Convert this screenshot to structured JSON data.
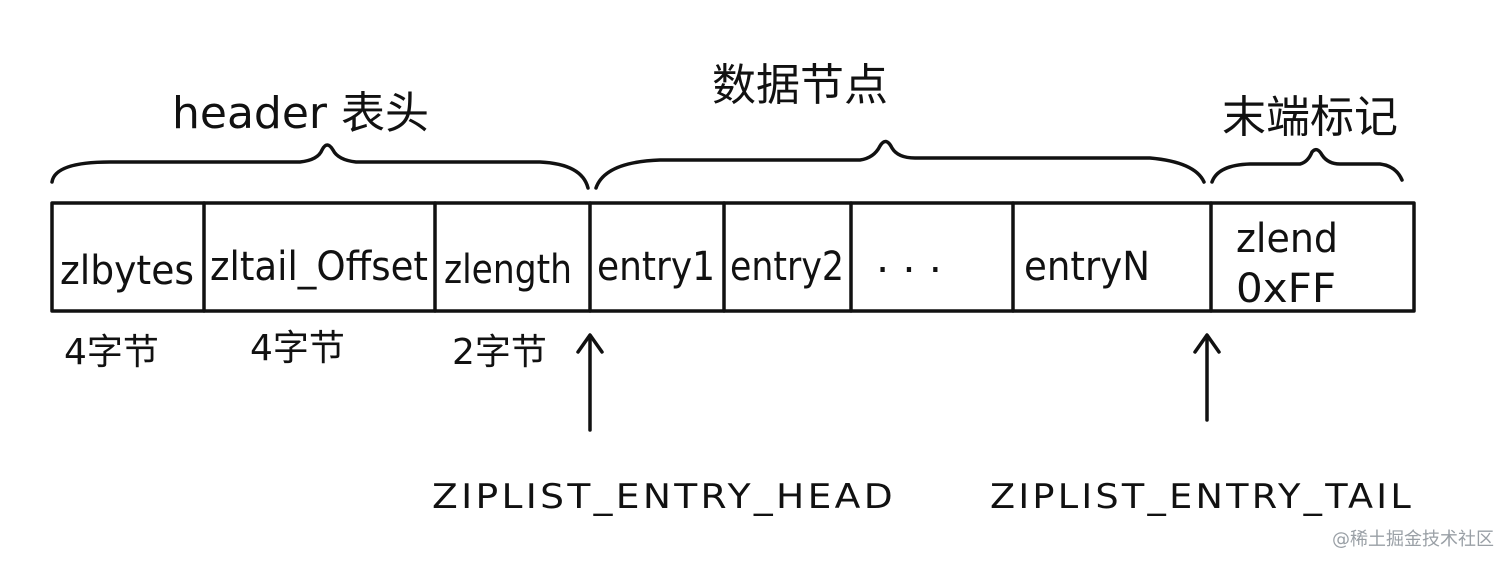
{
  "groups": {
    "header": "header 表头",
    "entries": "数据节点",
    "end": "末端标记"
  },
  "cells": [
    "zlbytes",
    "zltail_Offset",
    "zlength",
    "entry1",
    "entry2",
    ". . .",
    "entryN",
    "zlend",
    "0xFF"
  ],
  "sizes": {
    "zlbytes": "4字节",
    "zltail": "4字节",
    "zllen": "2字节"
  },
  "pointers": {
    "head": "ZIPLIST_ENTRY_HEAD",
    "tail": "ZIPLIST_ENTRY_TAIL"
  },
  "watermark": "@稀土掘金技术社区"
}
